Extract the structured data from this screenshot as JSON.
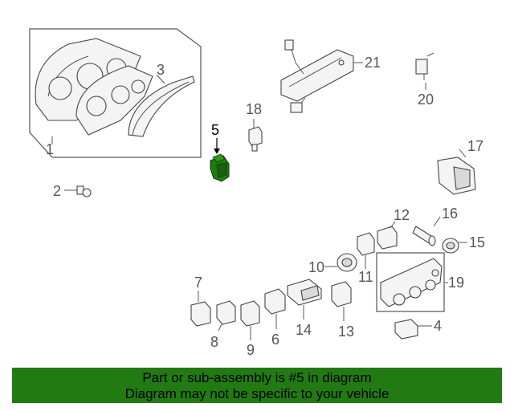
{
  "labels": {
    "l1": "1",
    "l2": "2",
    "l3": "3",
    "l4": "4",
    "l5": "5",
    "l6": "6",
    "l7": "7",
    "l8": "8",
    "l9": "9",
    "l10": "10",
    "l11": "11",
    "l12": "12",
    "l13": "13",
    "l14": "14",
    "l15": "15",
    "l16": "16",
    "l17": "17",
    "l18": "18",
    "l19": "19",
    "l20": "20",
    "l21": "21"
  },
  "highlight_part": "5",
  "colors": {
    "highlight": "#217a12",
    "banner": "#217a12"
  },
  "banner": {
    "line1": "Part or sub-assembly is #5 in diagram",
    "line2": "Diagram may not be specific to your vehicle"
  }
}
